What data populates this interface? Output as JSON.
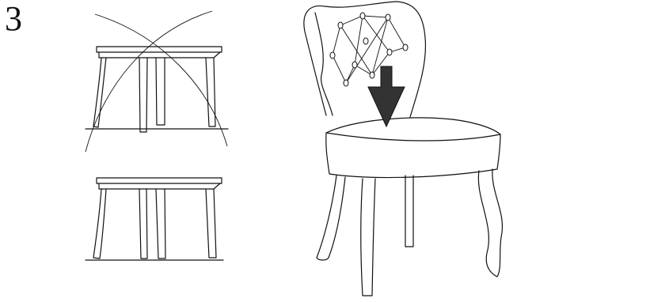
{
  "step": {
    "number": "3"
  },
  "colors": {
    "ink": "#111111",
    "arrow": "#333333",
    "background": "#ffffff"
  },
  "illustrations": {
    "top": "table-side-view-with-leveling-arcs",
    "bottom": "table-side-view-level",
    "right": "tufted-chair-with-press-down-arrow"
  }
}
